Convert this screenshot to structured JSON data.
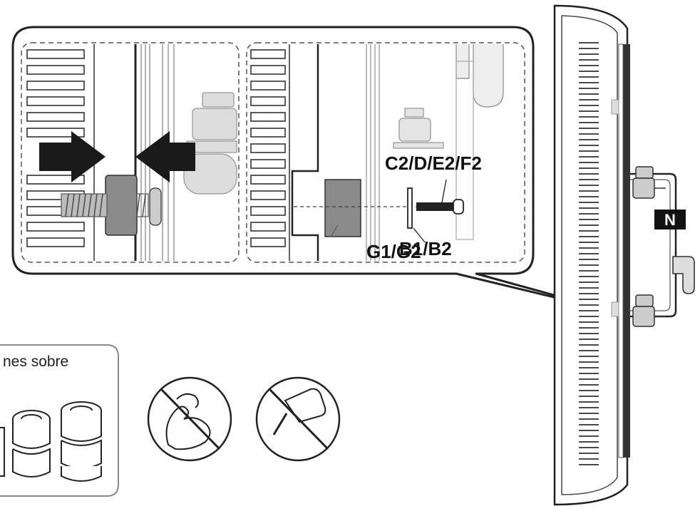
{
  "callout": {
    "labels": {
      "screw_group": "C2/D/E2/F2",
      "spacer_group_back": "G1/G2",
      "spacer_group_front": "B1/B2"
    }
  },
  "side_view": {
    "bracket_label": "N"
  },
  "tip_box": {
    "partial_text": "nes sobre"
  },
  "warnings": [
    {
      "icon": "no-excessive-force-icon"
    },
    {
      "icon": "no-power-drill-icon"
    }
  ]
}
